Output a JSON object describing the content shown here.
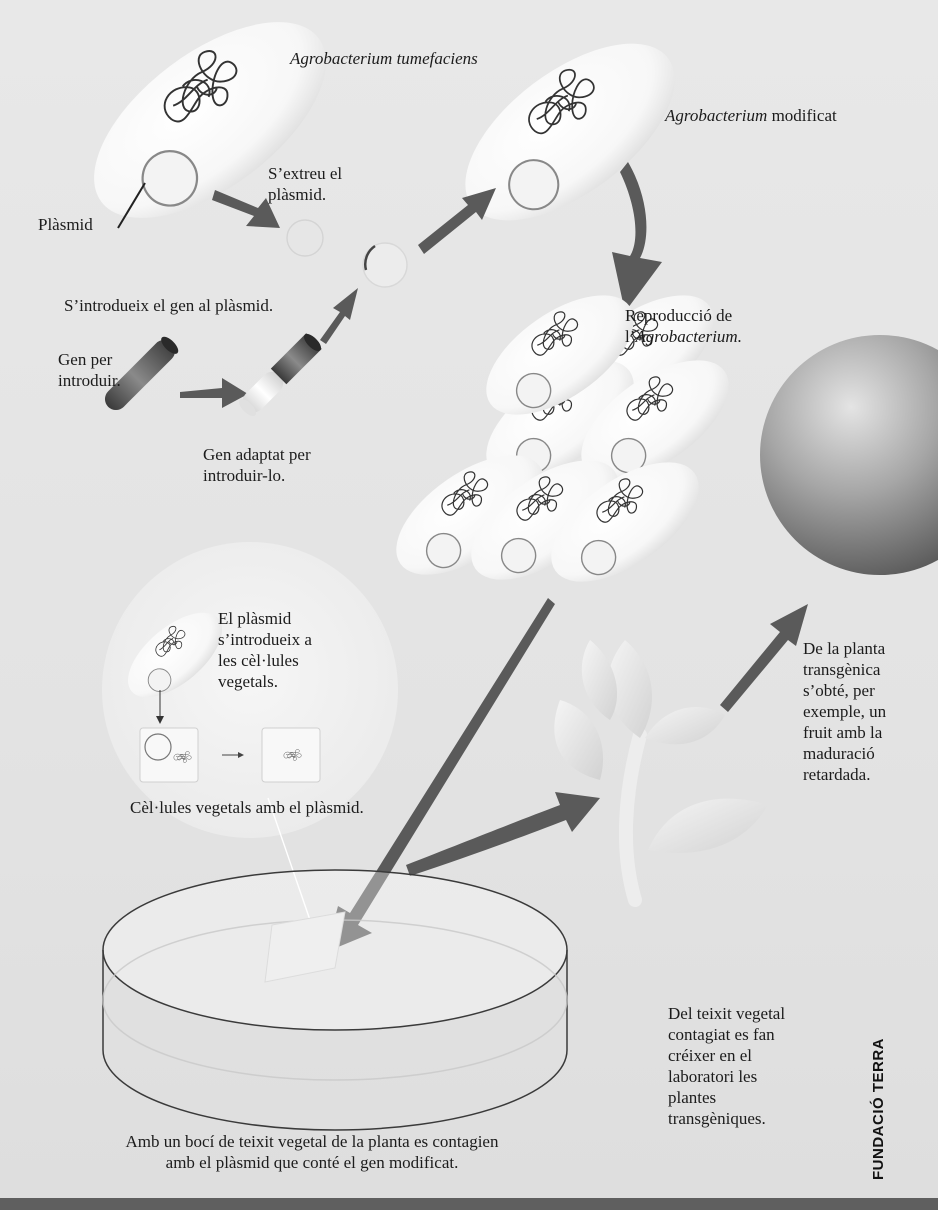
{
  "bacterium_name": {
    "genus": "Agrobacterium",
    "species": "tumefaciens"
  },
  "modified": {
    "genus": "Agrobacterium",
    "rest": " modificat"
  },
  "plasmid_label": "Plàsmid",
  "extract_label": "S’extreu el\nplàsmid.",
  "insert_label": "S’introdueix el gen al plàsmid.",
  "gene_label": "Gen per\nintroduir.",
  "adapted_gene_label": "Gen adaptat per\nintroduir-lo.",
  "reproduction": {
    "line1": "Reproducció  de",
    "prefix": "l’",
    "genus": "Agrobacterium."
  },
  "inset_text": "El plàsmid\ns’introdueix a\nles cèl·lules\nvegetals.",
  "inset_caption": "Cèl·lules vegetals amb el plàsmid.",
  "fruit_text": "De la planta\ntransgènica\ns’obté, per\nexemple, un\nfruit amb la\nmaduració\nretardada.",
  "tissue_text": "Del teixit vegetal\ncontagiat es fan\ncréixer en el\nlaboratori les\nplantes\ntransgèniques.",
  "dish_caption": "Amb un bocí de teixit vegetal de la planta es contagien\namb el plàsmid que conté el gen modificat.",
  "credit": "FUNDACIÓ TERRA",
  "colors": {
    "arrow": "#5a5a5a",
    "text": "#1c1c1c",
    "sphere": "#8a8a8a",
    "bar": "#5f5f5f"
  }
}
